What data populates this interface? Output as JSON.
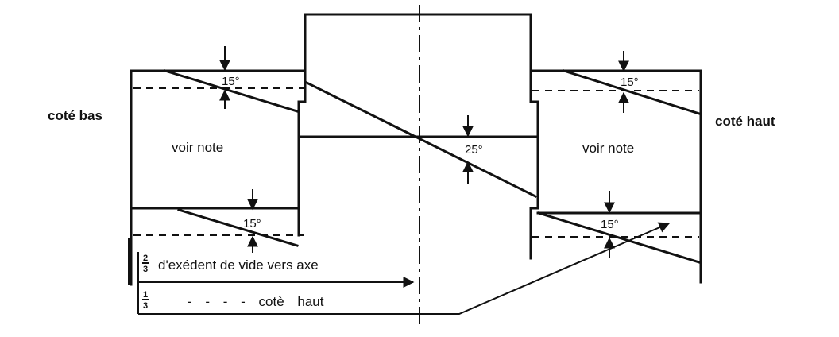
{
  "labels": {
    "side_low": "coté bas",
    "side_high": "coté haut",
    "note_left": "voir note",
    "note_right": "voir note"
  },
  "angles": {
    "top_left": "15°",
    "top_right": "15°",
    "center": "25°",
    "bottom_left": "15°",
    "bottom_right": "15°"
  },
  "legend": {
    "line1_fraction_num": "2",
    "line1_fraction_den": "3",
    "line1_text": "d'exédent de vide vers axe",
    "line2_fraction_num": "1",
    "line2_fraction_den": "3",
    "line2_text": "- - - - cotè haut"
  }
}
